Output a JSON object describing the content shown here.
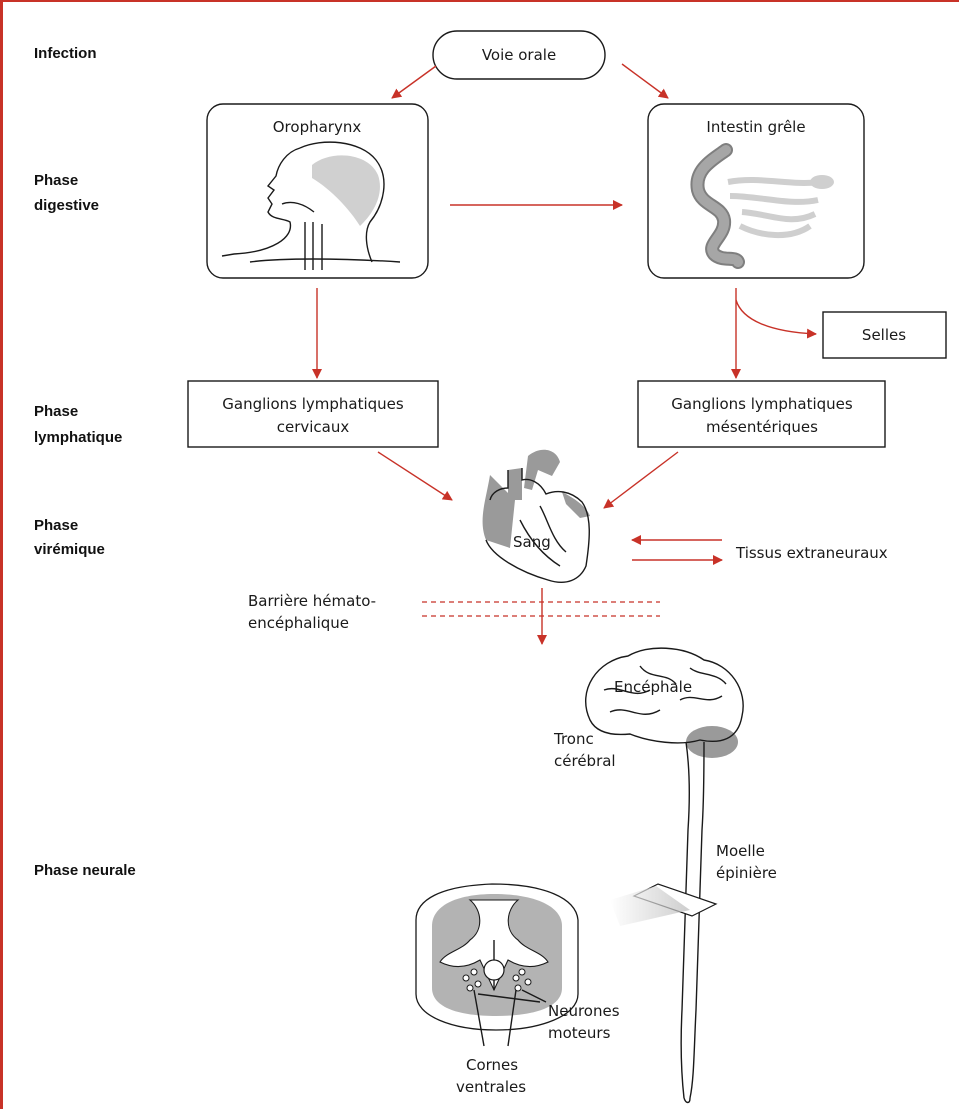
{
  "phases": {
    "infection": "Infection",
    "digestive_1": "Phase",
    "digestive_2": "digestive",
    "lymphatic_1": "Phase",
    "lymphatic_2": "lymphatique",
    "viremic_1": "Phase",
    "viremic_2": "virémique",
    "neural": "Phase neurale"
  },
  "nodes": {
    "oral": "Voie orale",
    "oropharynx": "Oropharynx",
    "intestine": "Intestin grêle",
    "stool": "Selles",
    "cervical_1": "Ganglions lymphatiques",
    "cervical_2": "cervicaux",
    "mesenteric_1": "Ganglions lymphatiques",
    "mesenteric_2": "mésentériques",
    "blood": "Sang",
    "tissues": "Tissus extraneuraux",
    "bbb_1": "Barrière hémato-",
    "bbb_2": "encéphalique",
    "brain": "Encéphale",
    "brainstem_1": "Tronc",
    "brainstem_2": "cérébral",
    "spinal_cord_1": "Moelle",
    "spinal_cord_2": "épinière",
    "motor_neurons_1": "Neurones",
    "motor_neurons_2": "moteurs",
    "ventral_horns_1": "Cornes",
    "ventral_horns_2": "ventrales"
  },
  "colors": {
    "arrow": "#c83228",
    "ink": "#1a1a1a",
    "shade": "#9a9a9a"
  }
}
